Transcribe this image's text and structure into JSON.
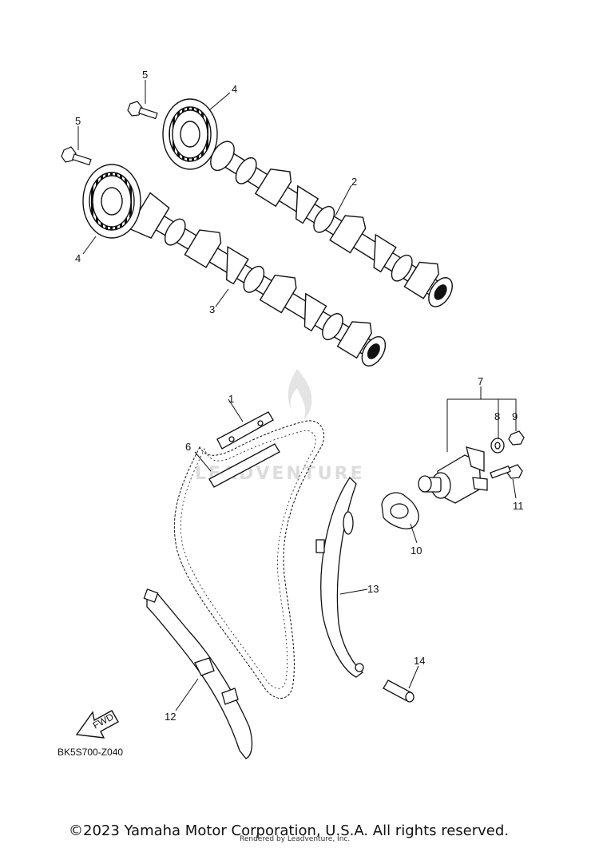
{
  "diagram_code": "BK5S700-Z040",
  "fwd_label": "FWD",
  "watermark_text": "LEADVENTURE",
  "copyright": "©2023 Yamaha Motor Corporation, U.S.A. All rights reserved.",
  "rendered_by": "Rendered by Leadventure, Inc.",
  "callouts": {
    "c1": "1",
    "c2": "2",
    "c3": "3",
    "c4a": "4",
    "c4b": "4",
    "c5a": "5",
    "c5b": "5",
    "c6": "6",
    "c7": "7",
    "c8": "8",
    "c9": "9",
    "c10": "10",
    "c11": "11",
    "c12": "12",
    "c13": "13",
    "c14": "14"
  }
}
